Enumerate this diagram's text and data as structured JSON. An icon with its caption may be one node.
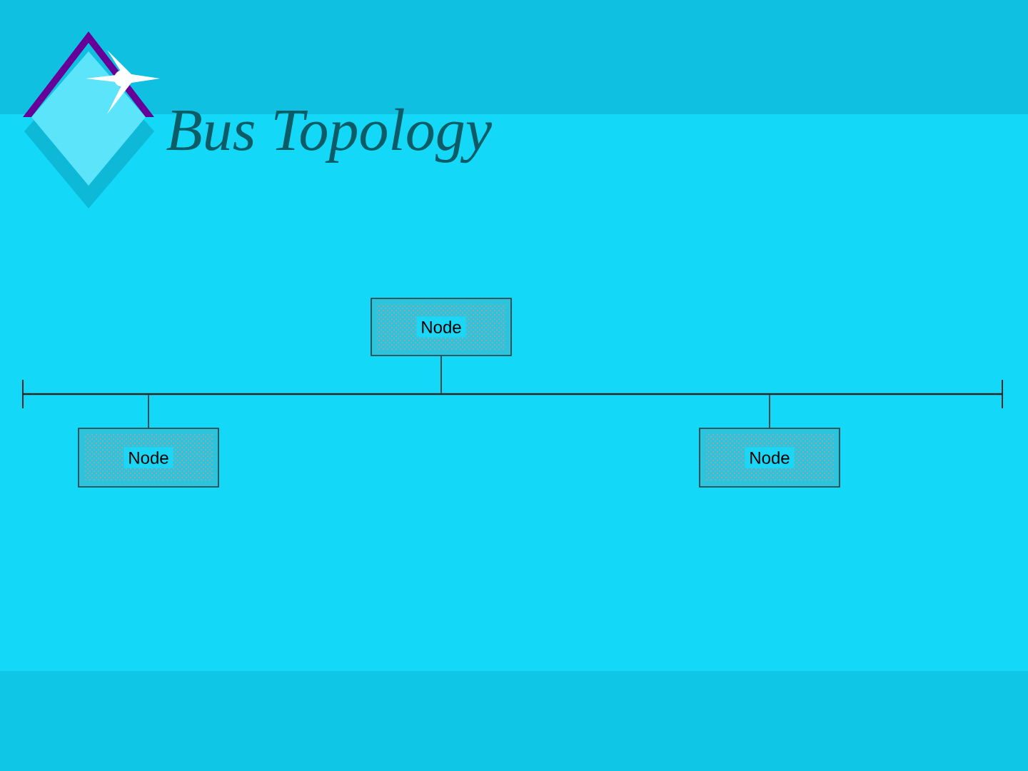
{
  "diagram": {
    "title": "Bus Topology",
    "nodes": [
      {
        "text": [
          "Node"
        ]
      },
      {
        "text": [],
        "shape": "bar"
      },
      {
        "text": [
          "Node"
        ]
      },
      {
        "text": [
          "Node"
        ]
      }
    ],
    "edges": [
      {
        "from": 0,
        "to": 1,
        "arrow": "none"
      },
      {
        "from": 2,
        "to": 1,
        "arrow": "none"
      },
      {
        "from": 3,
        "to": 1,
        "arrow": "none"
      }
    ]
  }
}
